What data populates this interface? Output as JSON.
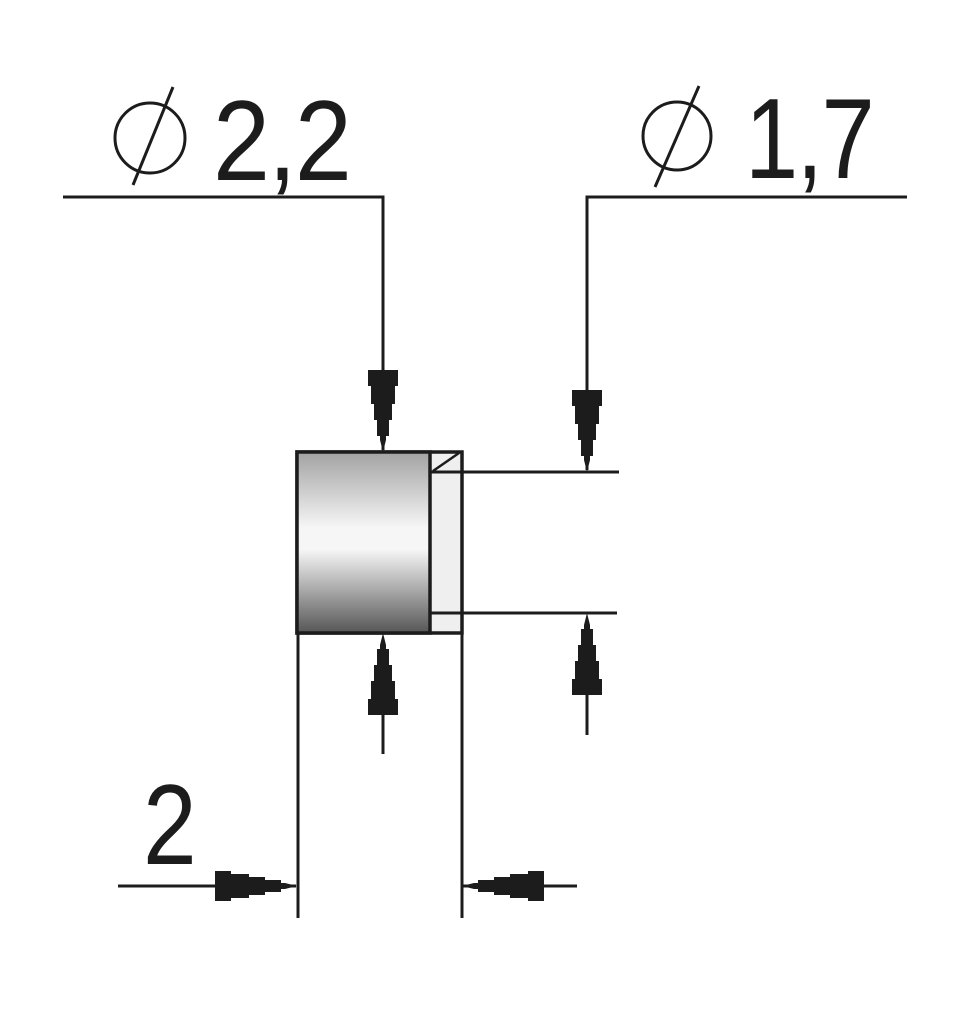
{
  "colors": {
    "line": "#1c1c1c",
    "background": "#ffffff",
    "corner_fill": "#efefef",
    "body_top": "#a2a2a2",
    "body_light": "#f6f6f6",
    "body_bottom": "#565656",
    "boss_top": "#424242",
    "boss_light": "#efefef",
    "boss_bottom": "#ababab"
  },
  "dimensions": {
    "outer_diameter": {
      "icon": "diameter-symbol",
      "value": "2,2"
    },
    "boss_diameter": {
      "icon": "diameter-symbol",
      "value": "1,7"
    },
    "length": {
      "value": "2"
    }
  }
}
